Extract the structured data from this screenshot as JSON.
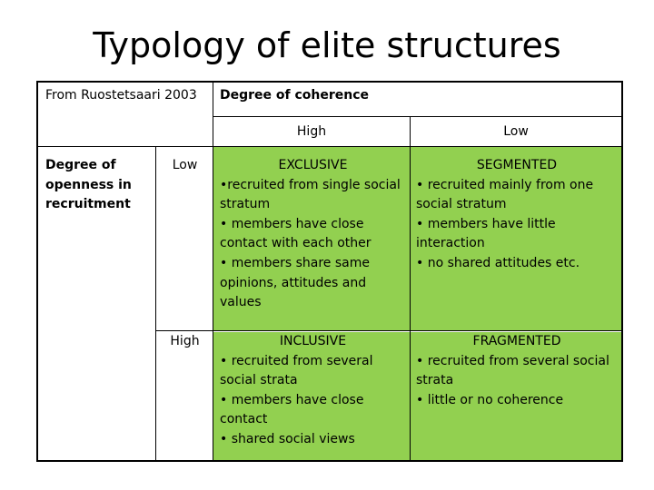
{
  "title": "Typology of elite structures",
  "table": {
    "source": "From Ruostetsaari 2003",
    "col_axis_label": "Degree of coherence",
    "col_high": "High",
    "col_low": "Low",
    "row_axis_label": "Degree of openness in recruitment",
    "row_low": "Low",
    "row_high": "High",
    "cells": {
      "exclusive": {
        "heading": "EXCLUSIVE",
        "bullets": [
          "•recruited from single social stratum",
          "• members have close contact with each other",
          "•  members share same opinions, attitudes and values"
        ]
      },
      "segmented": {
        "heading": "SEGMENTED",
        "bullets": [
          "• recruited mainly from one social stratum",
          "• members have little interaction",
          "• no shared attitudes etc."
        ]
      },
      "inclusive": {
        "heading": "INCLUSIVE",
        "bullets": [
          "• recruited from several social strata",
          "• members have close contact",
          "• shared social views"
        ]
      },
      "fragmented": {
        "heading": "FRAGMENTED",
        "bullets": [
          "• recruited from several social strata",
          "• little or no coherence"
        ]
      }
    },
    "colors": {
      "cell_fill": "#92d050",
      "border": "#000000"
    }
  }
}
